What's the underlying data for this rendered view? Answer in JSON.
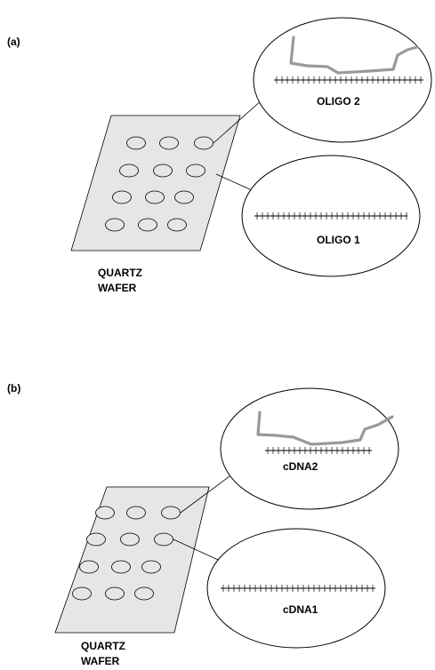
{
  "panels": [
    {
      "label": "(a)",
      "wafer_label": [
        "QUARTZ",
        "WAFER"
      ],
      "callout_top": {
        "caption": "OLIGO 2",
        "has_hybridized_strand": true
      },
      "callout_bottom": {
        "caption": "OLIGO 1",
        "has_hybridized_strand": false
      }
    },
    {
      "label": "(b)",
      "wafer_label": [
        "QUARTZ",
        "WAFER"
      ],
      "callout_top": {
        "caption": "cDNA2",
        "has_hybridized_strand": true
      },
      "callout_bottom": {
        "caption": "cDNA1",
        "has_hybridized_strand": false
      }
    }
  ],
  "colors": {
    "wafer_fill": "#e6e6e6",
    "strand": "#999999",
    "line": "#000000",
    "background": "#ffffff"
  }
}
